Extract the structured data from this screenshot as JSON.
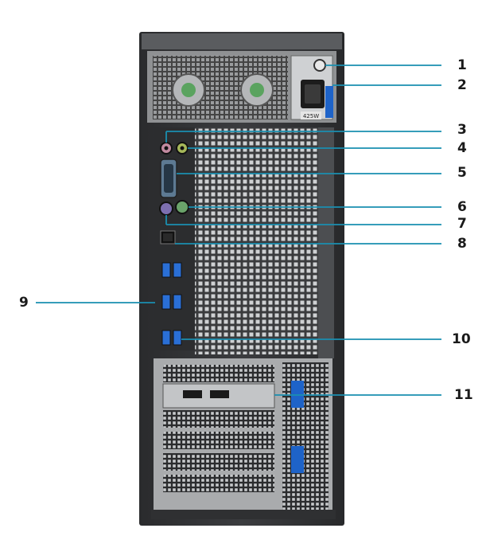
{
  "labels": [
    {
      "n": "1"
    },
    {
      "n": "2"
    },
    {
      "n": "3"
    },
    {
      "n": "4"
    },
    {
      "n": "5"
    },
    {
      "n": "6"
    },
    {
      "n": "7"
    },
    {
      "n": "8"
    },
    {
      "n": "9"
    },
    {
      "n": "10"
    },
    {
      "n": "11"
    }
  ],
  "psu_rating": "425W",
  "colors": {
    "callout_line": "#1a8fb0",
    "chassis_dark": "#2e2f31",
    "chassis_mid": "#4a4c4f",
    "metal": "#b9bbbd",
    "latch_blue": "#1e63c8",
    "mic_pink": "#c28aa0",
    "line_green": "#a6b85a",
    "ps2_purple": "#7d6fb0",
    "ps2_green": "#6aa36a",
    "usb_blue": "#2a6fd6"
  }
}
